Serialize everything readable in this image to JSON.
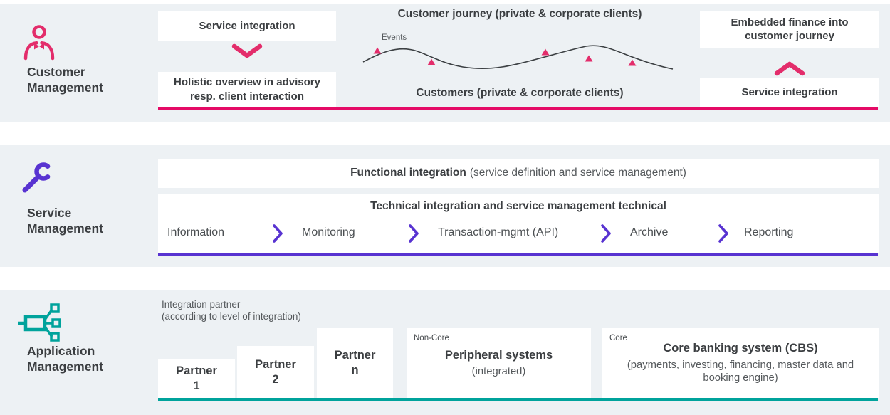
{
  "palette": {
    "band_background": "#edf1f4",
    "pink": "#e32d6b",
    "pink_line": "#e50a66",
    "purple": "#5833d1",
    "teal": "#00a39c",
    "dark_text": "#3b3e41",
    "gray_text": "#55595c"
  },
  "rows": {
    "customer": {
      "label": "Customer Management",
      "icon": "person-icon",
      "left_top_box": "Service integration",
      "left_bottom_box": "Holistic overview in advisory resp. client interaction",
      "journey_title": "Customer journey (private & corporate clients)",
      "events_label": "Events",
      "customers_label": "Customers (private & corporate clients)",
      "right_top_box": "Embedded finance into customer journey",
      "right_bottom_box": "Service integration"
    },
    "service": {
      "label": "Service Management",
      "icon": "wrench-icon",
      "functional_bold": "Functional integration",
      "functional_rest": "(service definition and service management)",
      "technical_title": "Technical integration and service management technical",
      "flow": [
        "Information",
        "Monitoring",
        "Transaction-mgmt (API)",
        "Archive",
        "Reporting"
      ]
    },
    "application": {
      "label": "Application Management",
      "icon": "integration-icon",
      "integration_note_line1": "Integration partner",
      "integration_note_line2": "(according to level of integration)",
      "partners": [
        {
          "line1": "Partner",
          "line2": "1"
        },
        {
          "line1": "Partner",
          "line2": "2"
        },
        {
          "line1": "Partner",
          "line2": "n"
        }
      ],
      "noncore_tag": "Non-Core",
      "peripheral_title": "Peripheral systems",
      "peripheral_sub": "(integrated)",
      "core_tag": "Core",
      "core_title": "Core banking system (CBS)",
      "core_sub": "(payments, investing, financing, master data and booking engine)"
    }
  }
}
